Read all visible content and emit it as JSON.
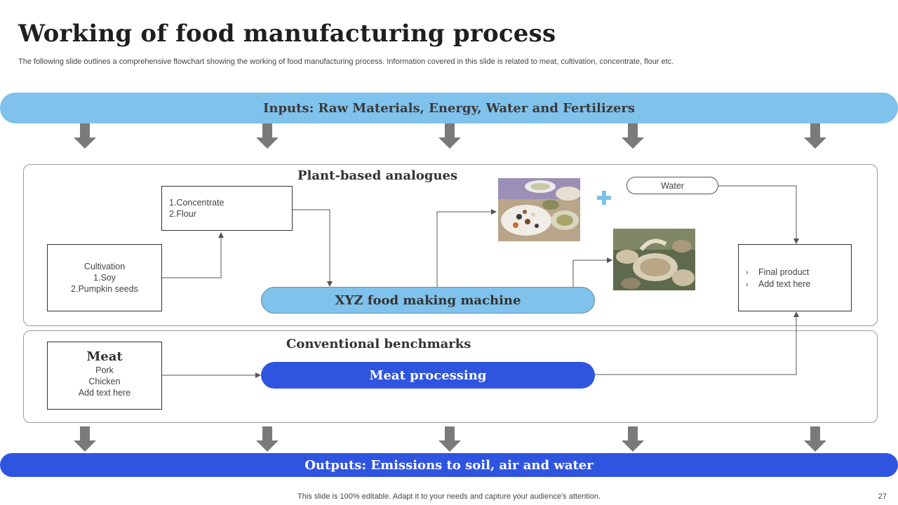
{
  "title": "Working of food manufacturing process",
  "subtitle": "The following slide outlines a comprehensive flowchart showing the working of food manufacturing process. Information covered in this slide is related to meat, cultivation, concentrate, flour etc.",
  "inputs_band": "Inputs: Raw Materials, Energy, Water and Fertilizers",
  "outputs_band": "Outputs: Emissions to soil, air and water",
  "plant": {
    "heading": "Plant-based analogues",
    "concentrate_lines": [
      "1.Concentrate",
      "2.Flour"
    ],
    "cultivation_lines": [
      "Cultivation",
      "1.Soy",
      "2.Pumpkin seeds"
    ],
    "machine": "XYZ food making machine",
    "water": "Water",
    "final_items": [
      "Final product",
      "Add text here"
    ]
  },
  "conventional": {
    "heading": "Conventional benchmarks",
    "meat_title": "Meat",
    "meat_lines": [
      "Pork",
      "Chicken",
      "Add text here"
    ],
    "process": "Meat processing"
  },
  "footer": "This slide is 100% editable. Adapt it to your needs and capture your audience's attention.",
  "page_number": "27",
  "colors": {
    "light_blue": "#7fc2ec",
    "royal_blue": "#2f55e0",
    "arrow_gray": "#7a7a7a",
    "plus_blue": "#7fc2ec"
  },
  "icons": [
    "down-arrow-icon",
    "plus-icon",
    "chevron-right-icon"
  ]
}
